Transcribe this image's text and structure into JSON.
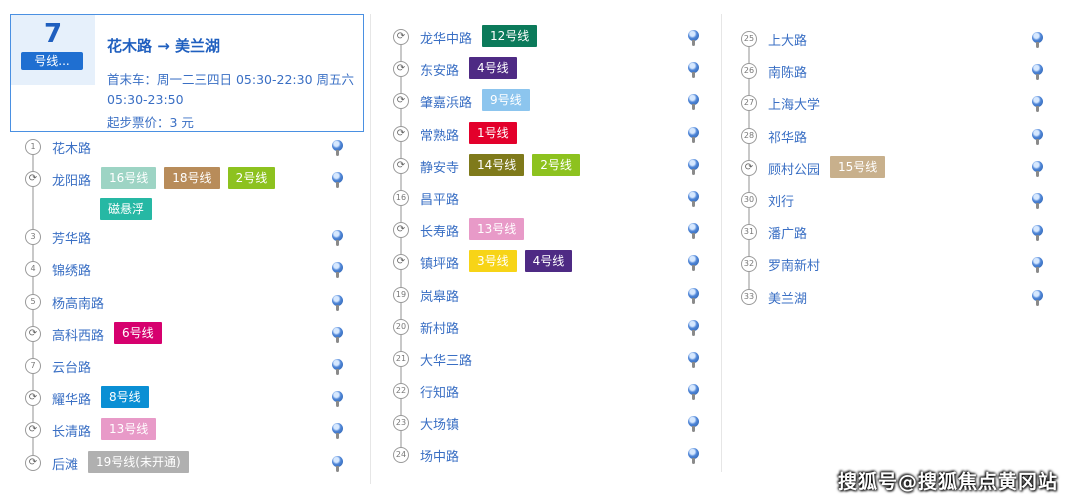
{
  "line": {
    "number": "7",
    "badge": "号线...",
    "route": "花木路 → 美兰湖",
    "hours_line1": "首末车：周一二三四日 05:30-22:30 周五六",
    "hours_line2": "05:30-23:50",
    "fare": "起步票价：3 元"
  },
  "colors": {
    "accent": "#1f6fd1",
    "line_12": "#0b7a5a",
    "line_4": "#4e2a84",
    "line_9": "#8cc5ee",
    "line_1": "#e3002b",
    "line_14": "#7f7a1b",
    "line_2": "#8dc21f",
    "line_16": "#9dd4c4",
    "line_18": "#b88c5a",
    "line_maglev": "#26b8a4",
    "line_6": "#d6006e",
    "line_8": "#0a8fd4",
    "line_13": "#e89ac8",
    "line_19": "#b0b0b0",
    "line_3": "#f7d417",
    "line_15": "#c8b08c"
  },
  "col1": [
    {
      "num": "1",
      "name": "花木路",
      "transfers": []
    },
    {
      "num": "",
      "xfer": true,
      "name": "龙阳路",
      "transfers": [
        {
          "label": "16号线",
          "color": "#9dd4c4"
        },
        {
          "label": "18号线",
          "color": "#b88c5a"
        },
        {
          "label": "2号线",
          "color": "#8dc21f"
        }
      ],
      "transfers2": [
        {
          "label": "磁悬浮",
          "color": "#26b8a4"
        }
      ]
    },
    {
      "num": "3",
      "name": "芳华路",
      "transfers": []
    },
    {
      "num": "4",
      "name": "锦绣路",
      "transfers": []
    },
    {
      "num": "5",
      "name": "杨高南路",
      "transfers": []
    },
    {
      "num": "",
      "xfer": true,
      "name": "高科西路",
      "transfers": [
        {
          "label": "6号线",
          "color": "#d6006e"
        }
      ]
    },
    {
      "num": "7",
      "name": "云台路",
      "transfers": []
    },
    {
      "num": "",
      "xfer": true,
      "name": "耀华路",
      "transfers": [
        {
          "label": "8号线",
          "color": "#0a8fd4"
        }
      ]
    },
    {
      "num": "",
      "xfer": true,
      "name": "长清路",
      "transfers": [
        {
          "label": "13号线",
          "color": "#e89ac8"
        }
      ]
    },
    {
      "num": "",
      "xfer": true,
      "name": "后滩",
      "transfers": [
        {
          "label": "19号线(未开通)",
          "color": "#b0b0b0"
        }
      ]
    }
  ],
  "col2": [
    {
      "num": "",
      "xfer": true,
      "name": "龙华中路",
      "transfers": [
        {
          "label": "12号线",
          "color": "#0b7a5a"
        }
      ]
    },
    {
      "num": "",
      "xfer": true,
      "name": "东安路",
      "transfers": [
        {
          "label": "4号线",
          "color": "#4e2a84"
        }
      ]
    },
    {
      "num": "",
      "xfer": true,
      "name": "肇嘉浜路",
      "transfers": [
        {
          "label": "9号线",
          "color": "#8cc5ee"
        }
      ]
    },
    {
      "num": "",
      "xfer": true,
      "name": "常熟路",
      "transfers": [
        {
          "label": "1号线",
          "color": "#e3002b"
        }
      ]
    },
    {
      "num": "",
      "xfer": true,
      "name": "静安寺",
      "transfers": [
        {
          "label": "14号线",
          "color": "#7f7a1b"
        },
        {
          "label": "2号线",
          "color": "#8dc21f"
        }
      ]
    },
    {
      "num": "16",
      "name": "昌平路",
      "transfers": []
    },
    {
      "num": "",
      "xfer": true,
      "name": "长寿路",
      "transfers": [
        {
          "label": "13号线",
          "color": "#e89ac8"
        }
      ]
    },
    {
      "num": "",
      "xfer": true,
      "name": "镇坪路",
      "transfers": [
        {
          "label": "3号线",
          "color": "#f7d417"
        },
        {
          "label": "4号线",
          "color": "#4e2a84"
        }
      ]
    },
    {
      "num": "19",
      "name": "岚皋路",
      "transfers": []
    },
    {
      "num": "20",
      "name": "新村路",
      "transfers": []
    },
    {
      "num": "21",
      "name": "大华三路",
      "transfers": []
    },
    {
      "num": "22",
      "name": "行知路",
      "transfers": []
    },
    {
      "num": "23",
      "name": "大场镇",
      "transfers": []
    },
    {
      "num": "24",
      "name": "场中路",
      "transfers": []
    }
  ],
  "col3": [
    {
      "num": "25",
      "name": "上大路",
      "transfers": []
    },
    {
      "num": "26",
      "name": "南陈路",
      "transfers": []
    },
    {
      "num": "27",
      "name": "上海大学",
      "transfers": []
    },
    {
      "num": "28",
      "name": "祁华路",
      "transfers": []
    },
    {
      "num": "",
      "xfer": true,
      "name": "顾村公园",
      "transfers": [
        {
          "label": "15号线",
          "color": "#c8b08c"
        }
      ]
    },
    {
      "num": "30",
      "name": "刘行",
      "transfers": []
    },
    {
      "num": "31",
      "name": "潘广路",
      "transfers": []
    },
    {
      "num": "32",
      "name": "罗南新村",
      "transfers": []
    },
    {
      "num": "33",
      "name": "美兰湖",
      "transfers": []
    }
  ],
  "watermark": "搜狐号@搜狐焦点黄冈站"
}
